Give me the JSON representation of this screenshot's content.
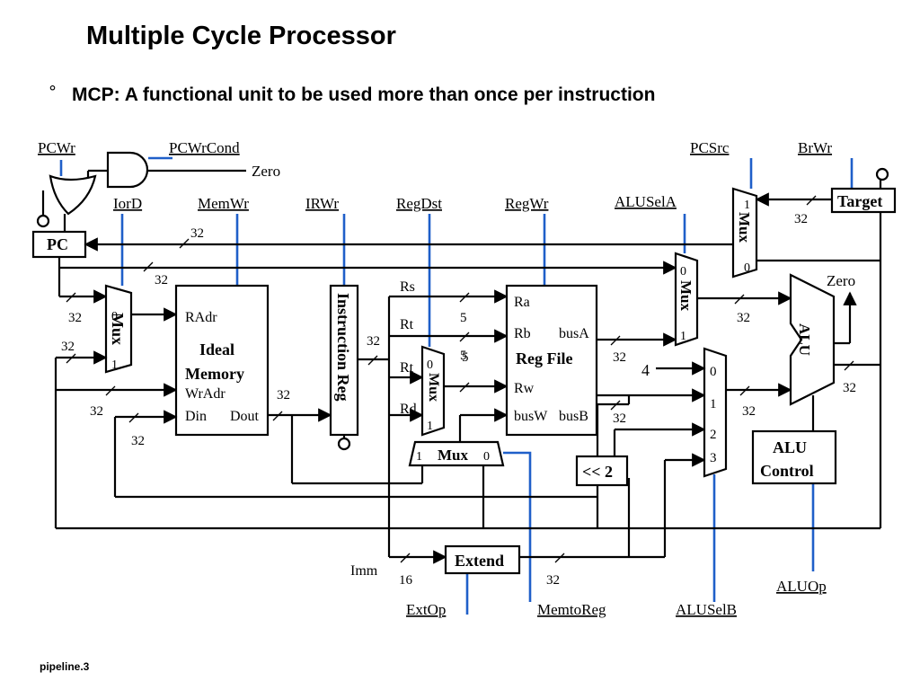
{
  "title": "Multiple Cycle Processor",
  "bullet": {
    "symbol": "°",
    "text": "MCP: A functional unit to be used more than once per instruction"
  },
  "footer": "pipeline.3",
  "colors": {
    "wire": "#000000",
    "control": "#1f5fc9"
  },
  "control_signals": {
    "pcwr": "PCWr",
    "pcwrcond": "PCWrCond",
    "iord": "IorD",
    "memwr": "MemWr",
    "irwr": "IRWr",
    "regdst": "RegDst",
    "regwr": "RegWr",
    "aluselA": "ALUSelA",
    "pcsrc": "PCSrc",
    "brwr": "BrWr",
    "extop": "ExtOp",
    "memtoreg": "MemtoReg",
    "aluselB": "ALUSelB",
    "aluop": "ALUOp"
  },
  "components": {
    "pc": "PC",
    "target": "Target",
    "mux": "Mux",
    "memory": {
      "line1": "Ideal",
      "line2": "Memory",
      "radr": "RAdr",
      "wradr": "WrAdr",
      "din": "Din",
      "dout": "Dout"
    },
    "instruction_reg": "Instruction Reg",
    "regfile": {
      "name": "Reg File",
      "ra": "Ra",
      "rb": "Rb",
      "rw": "Rw",
      "busw": "busW",
      "busa": "busA",
      "busb": "busB"
    },
    "alu": "ALU",
    "alu_control": {
      "line1": "ALU",
      "line2": "Control"
    },
    "shift": "<< 2",
    "extend": "Extend"
  },
  "labels": {
    "zero": "Zero",
    "rs": "Rs",
    "rt": "Rt",
    "rd": "Rd",
    "imm": "Imm",
    "w32": "32",
    "w5": "5",
    "w16": "16",
    "four": "4",
    "in0": "0",
    "in1": "1",
    "in2": "2",
    "in3": "3"
  }
}
